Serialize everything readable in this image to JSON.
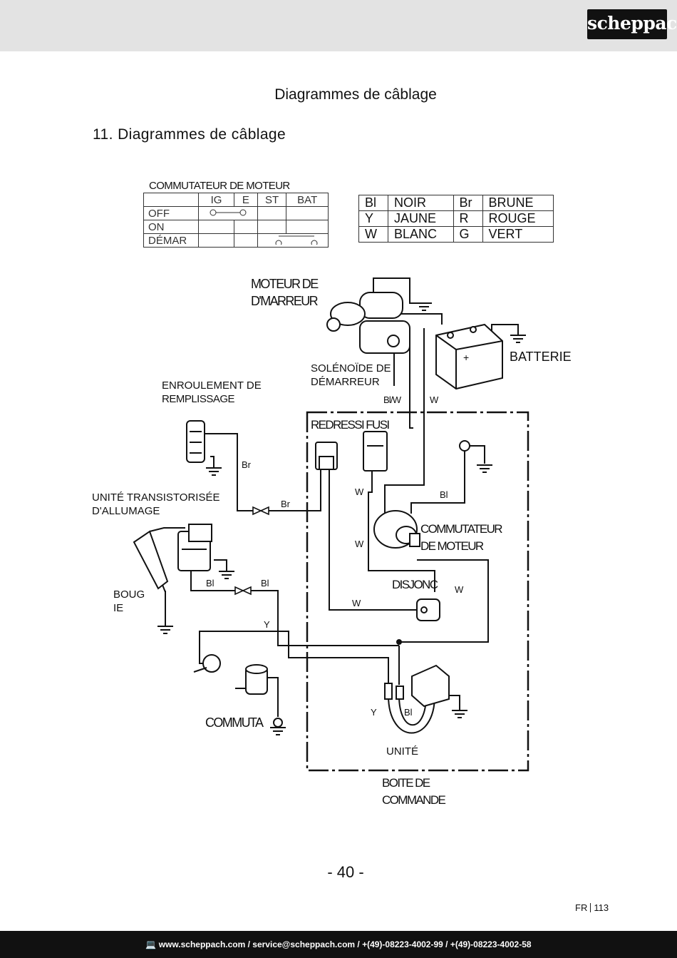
{
  "header": {
    "logo": "scheppach"
  },
  "doc_title": "Diagrammes de câblage",
  "section_title": "11. Diagrammes de câblage",
  "switch_table": {
    "caption": "COMMUTATEUR DE MOTEUR",
    "columns": [
      "",
      "IG",
      "E",
      "ST",
      "BAT"
    ],
    "rows": [
      "OFF",
      "ON",
      "DÉMAR"
    ]
  },
  "color_table": [
    [
      "Bl",
      "NOIR",
      "Br",
      "BRUNE"
    ],
    [
      "Y",
      "JAUNE",
      "R",
      "ROUGE"
    ],
    [
      "W",
      "BLANC",
      "G",
      "VERT"
    ]
  ],
  "labels": {
    "starter_motor_1": "MOTEUR DE",
    "starter_motor_2": "D'MARREUR",
    "battery": "BATTERIE",
    "solenoid_1": "SOLÉNOÏDE   DE",
    "solenoid_2": "DÉMARREUR",
    "charge_coil_1": "ENROULEMENT   DE",
    "charge_coil_2": "REMPLISSAGE",
    "rectifier_fuse": "REDRESSI   FUSI",
    "ignition_1": "UNITÉ   TRANSISTORISÉE",
    "ignition_2": "D'ALLUMAGE",
    "engine_switch_1": "COMMUTATEUR",
    "engine_switch_2": "DE MOTEUR",
    "breaker": "DISJONC",
    "spark_plug_1": "BOUG",
    "spark_plug_2": "IE",
    "stop_switch": "COMMUTA",
    "unit": "UNITÉ",
    "control_box_1": "BOITE DE",
    "control_box_2": "COMMANDE"
  },
  "wire_labels": {
    "blw": "Bl/W",
    "w_top": "W",
    "br1": "Br",
    "br2": "Br",
    "w1": "W",
    "bl1": "Bl",
    "w2": "W",
    "bl2": "Bl",
    "bl3": "Bl",
    "w3": "W",
    "w4": "W",
    "y1": "Y",
    "y2": "Y",
    "bl4": "Bl"
  },
  "page_number": "- 40 -",
  "page_ref": {
    "lang": "FR",
    "page": "113"
  },
  "footer": "www.scheppach.com / service@scheppach.com / +(49)-08223-4002-99 / +(49)-08223-4002-58"
}
